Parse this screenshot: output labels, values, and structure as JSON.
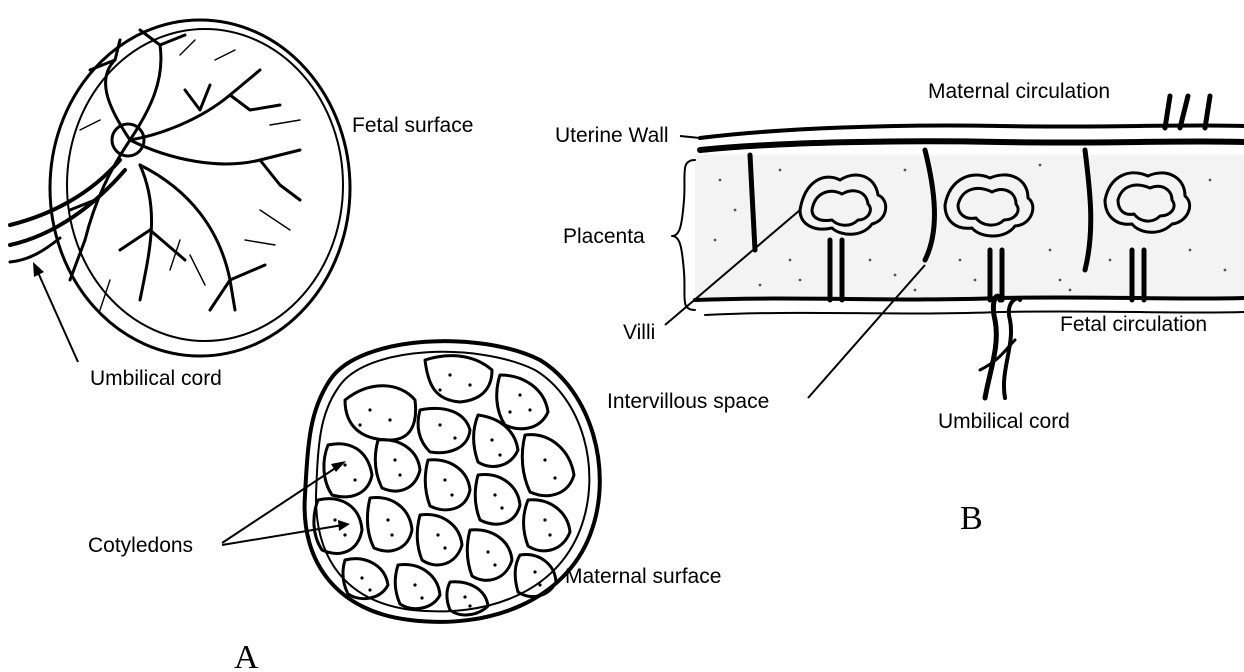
{
  "panel_a": {
    "letter": "A",
    "labels": {
      "fetal_surface": "Fetal surface",
      "umbilical_cord": "Umbilical cord",
      "cotyledons": "Cotyledons",
      "maternal_surface": "Maternal surface"
    }
  },
  "panel_b": {
    "letter": "B",
    "labels": {
      "maternal_circulation": "Maternal circulation",
      "uterine_wall": "Uterine Wall",
      "placenta": "Placenta",
      "villi": "Villi",
      "fetal_circulation": "Fetal circulation",
      "intervillous_space": "Intervillous space",
      "umbilical_cord": "Umbilical cord"
    }
  }
}
